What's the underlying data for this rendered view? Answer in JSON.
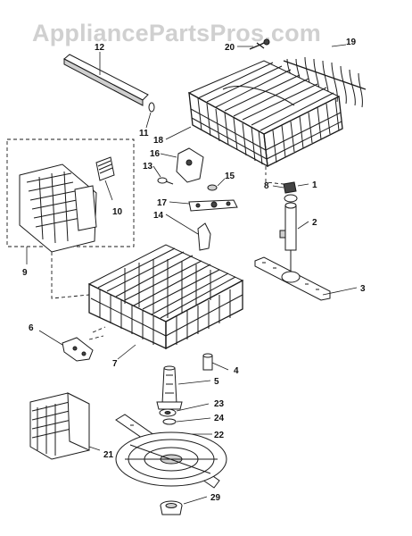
{
  "watermark": "AppliancePartsPros.com",
  "callouts": {
    "c1": "1",
    "c2": "2",
    "c3": "3",
    "c4": "4",
    "c5": "5",
    "c6": "6",
    "c7": "7",
    "c8": "8",
    "c9": "9",
    "c10": "10",
    "c11": "11",
    "c12": "12",
    "c13": "13",
    "c14": "14",
    "c15": "15",
    "c16": "16",
    "c17": "17",
    "c18": "18",
    "c19": "19",
    "c20": "20",
    "c21": "21",
    "c22": "22",
    "c23": "23",
    "c24": "24",
    "c29": "29"
  }
}
